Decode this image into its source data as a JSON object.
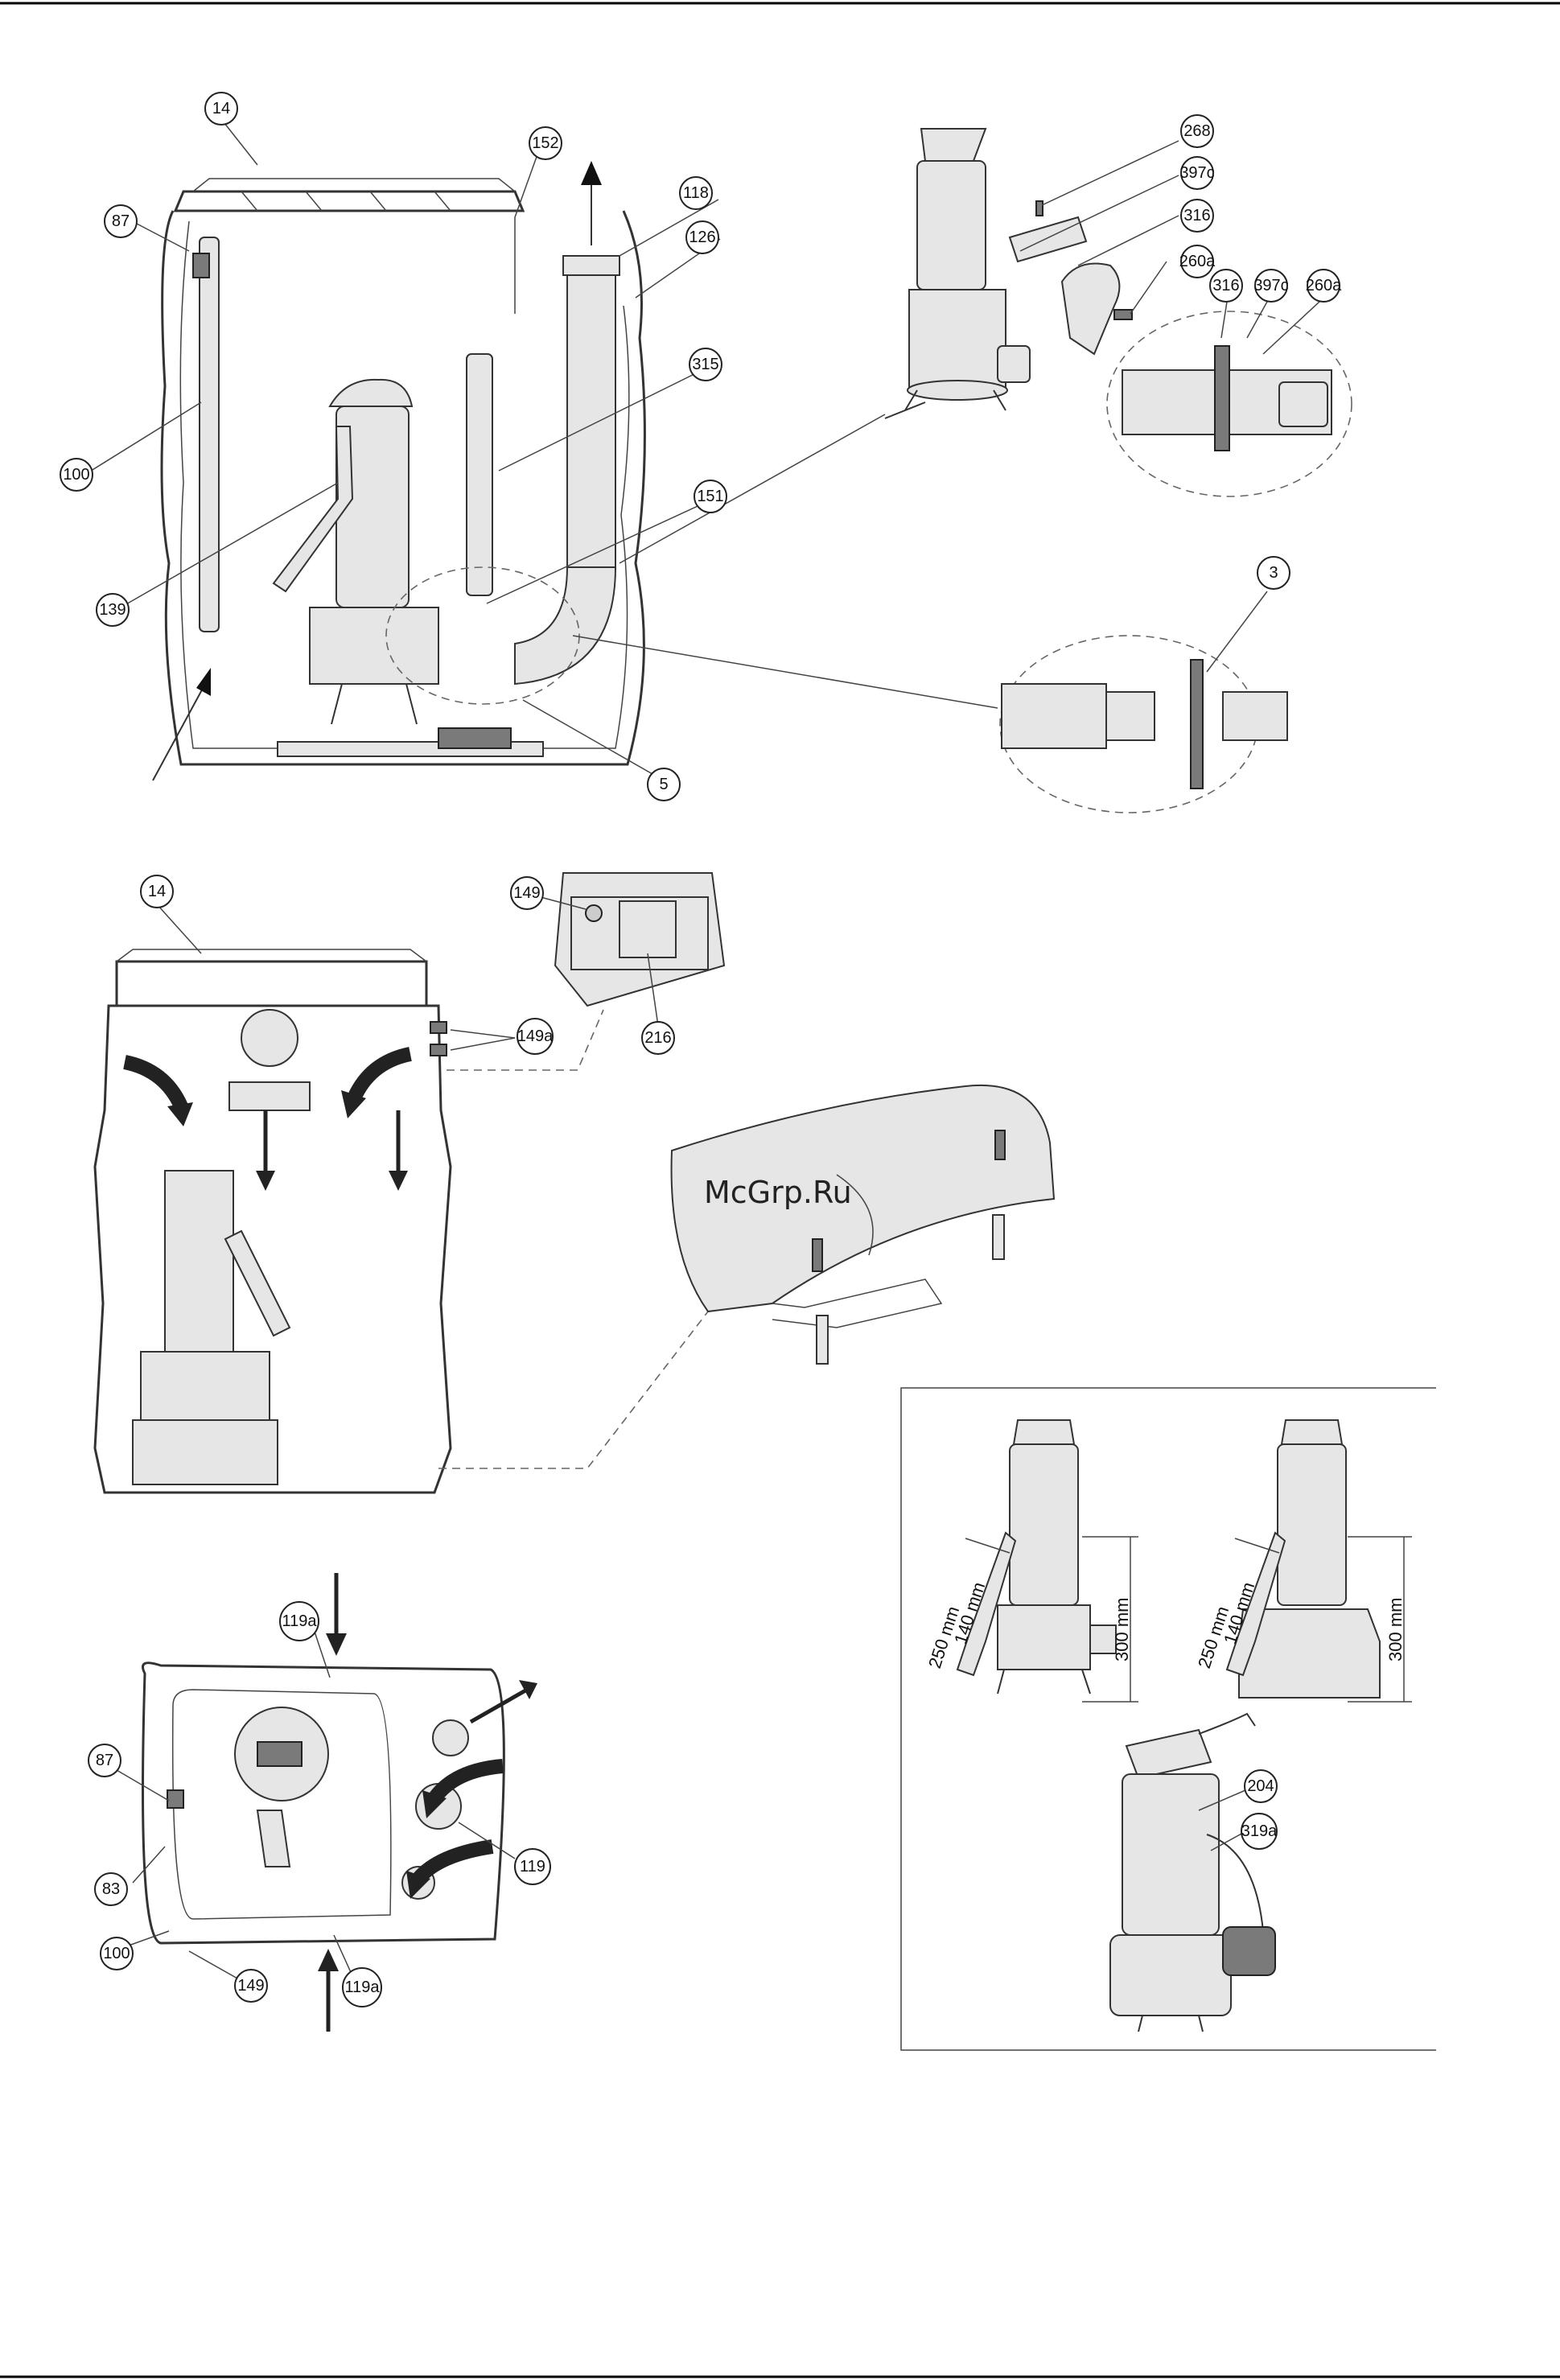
{
  "callouts_top": [
    "14",
    "87",
    "152",
    "118",
    "126",
    "315",
    "100",
    "139",
    "151",
    "5",
    "268",
    "397c",
    "316",
    "260a",
    "316",
    "397c",
    "260a",
    "3"
  ],
  "callouts_mid": [
    "14",
    "149",
    "149a",
    "216"
  ],
  "callouts_bottom": [
    "119a",
    "87",
    "83",
    "100",
    "149",
    "119a",
    "119"
  ],
  "dimensions": {
    "left": {
      "d1": "250 mm",
      "d2": "140 mm",
      "d3": "300 mm"
    },
    "right": {
      "d1": "250 mm",
      "d2": "140 mm",
      "d3": "300 mm"
    }
  },
  "callouts_pump": [
    "204",
    "319a"
  ],
  "watermark": "McGrp.Ru"
}
